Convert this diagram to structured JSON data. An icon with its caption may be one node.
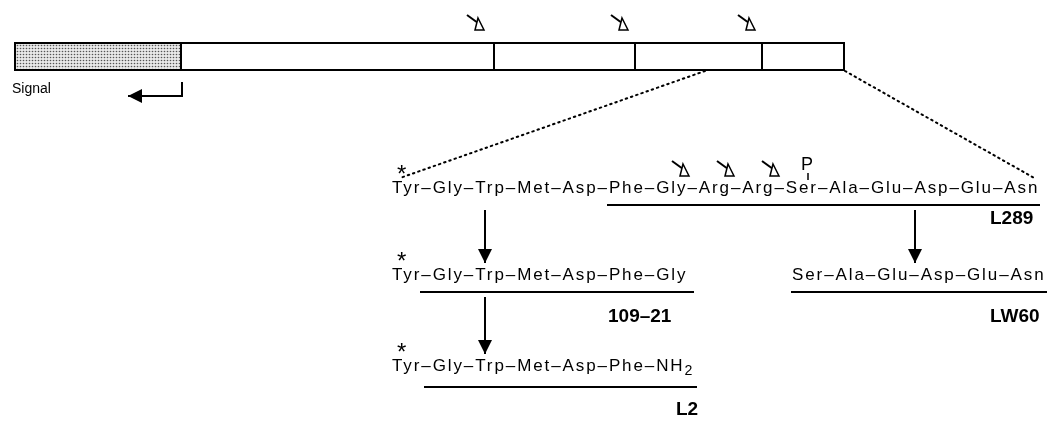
{
  "diagram": {
    "nodes": [
      {
        "text": [],
        "shape": "bar",
        "beside": [
          "Signal"
        ]
      },
      {
        "text": [],
        "shape": "box"
      },
      {
        "text": [],
        "shape": "box"
      },
      {
        "text": [],
        "shape": "box"
      },
      {
        "text": [],
        "shape": "box"
      },
      {
        "text": [
          "Tyr–Gly–Trp–Met–Asp–Phe–Gly–Arg–Arg–Ser–Ala–Glu–Asp–Glu–Asn"
        ],
        "beside": [
          "L289"
        ]
      },
      {
        "text": [
          "Tyr–Gly–Trp–Met–Asp–Phe–Gly"
        ],
        "beside": [
          "109–21"
        ]
      },
      {
        "text": [
          "Ser–Ala–Glu–Asp–Glu–Asn"
        ],
        "beside": [
          "LW60"
        ]
      },
      {
        "text": [
          "Tyr–Gly–Trp–Met–Asp–Phe–NH$_{2}$"
        ],
        "beside": [
          "L2"
        ]
      }
    ],
    "edges": [
      {
        "from": 3,
        "to": 5,
        "arrow": "none",
        "style": "dashed"
      },
      {
        "from": 4,
        "to": 5,
        "arrow": "none",
        "style": "dashed"
      },
      {
        "from": 5,
        "to": 6,
        "arrow": "to"
      },
      {
        "from": 6,
        "to": 8,
        "arrow": "to"
      },
      {
        "from": 5,
        "to": 7,
        "arrow": "to"
      }
    ],
    "labels": [
      "*",
      "P",
      "*",
      "*"
    ]
  }
}
